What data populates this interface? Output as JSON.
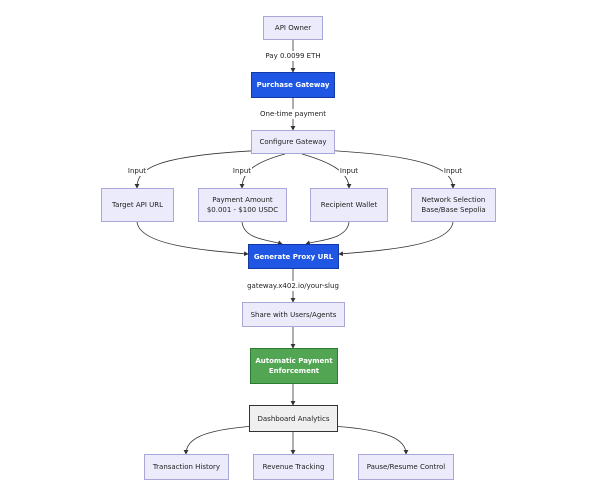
{
  "nodes": {
    "api_owner": "API Owner",
    "purchase_gateway": "Purchase Gateway",
    "configure_gateway": "Configure Gateway",
    "target_api_url": "Target API URL",
    "payment_amount": "Payment Amount\n$0.001 - $100 USDC",
    "recipient_wallet": "Recipient Wallet",
    "network_selection": "Network Selection\nBase/Base Sepolia",
    "generate_proxy_url": "Generate Proxy URL",
    "share_with": "Share with Users/Agents",
    "automatic_payment": "Automatic Payment\nEnforcement",
    "dashboard_analytics": "Dashboard Analytics",
    "transaction_history": "Transaction History",
    "revenue_tracking": "Revenue Tracking",
    "pause_resume": "Pause/Resume Control"
  },
  "edge_labels": {
    "pay": "Pay 0.0099 ETH",
    "one_time": "One-time payment",
    "input_1": "Input",
    "input_2": "Input",
    "input_3": "Input",
    "input_4": "Input",
    "proxy_url": "gateway.x402.io/your-slug"
  },
  "colors": {
    "default_fill": "#ecebfb",
    "primary_blue": "#1f56e3",
    "success_green": "#52a653",
    "neutral_gray": "#efefef",
    "edge": "#333333"
  }
}
